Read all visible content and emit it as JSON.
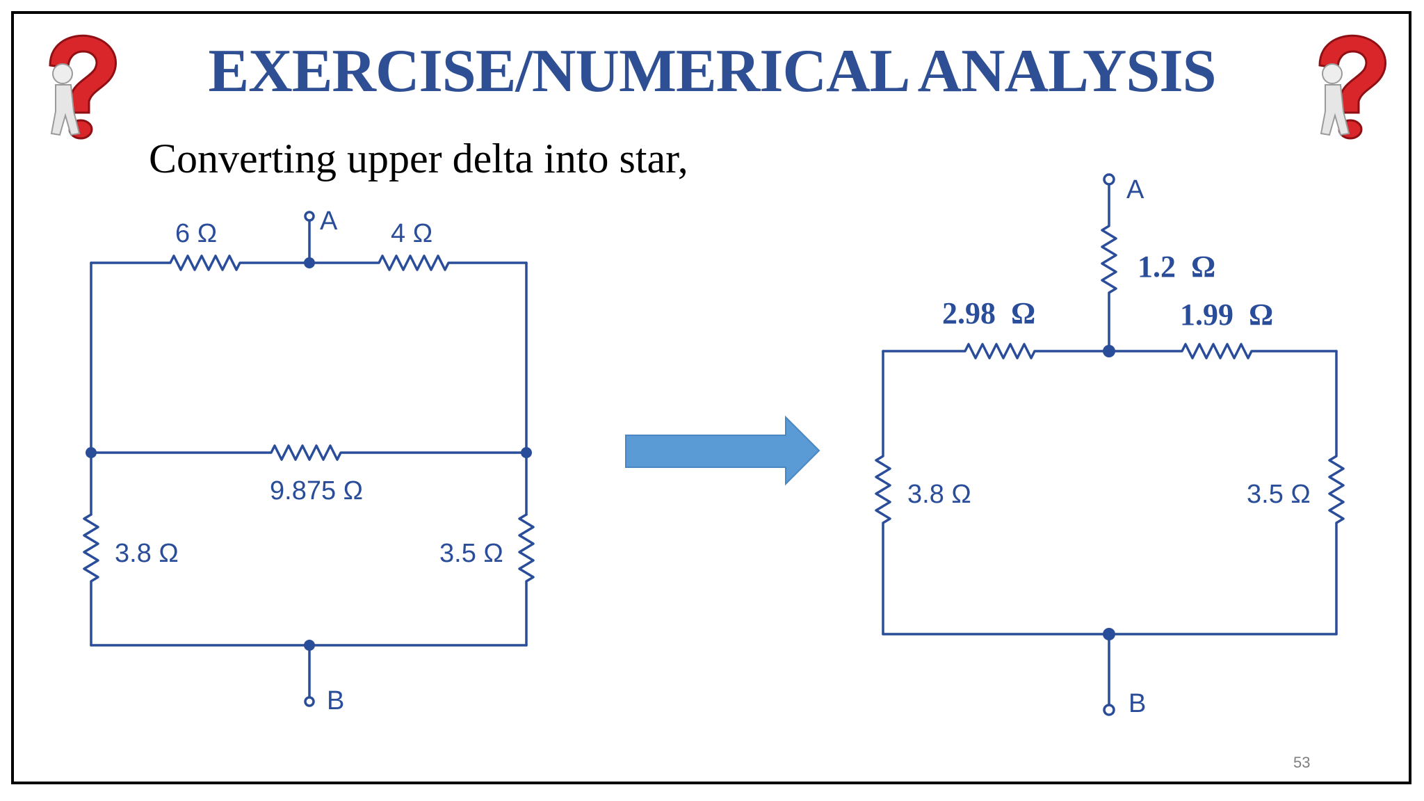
{
  "slide": {
    "title": "EXERCISE/NUMERICAL ANALYSIS",
    "subtitle": "Converting upper delta into star,",
    "page_number": "53",
    "accent_color": "#2e4f93",
    "icons": [
      "question-mark-figure-icon",
      "question-mark-figure-icon"
    ]
  },
  "left_circuit": {
    "terminal_a": "A",
    "terminal_b": "B",
    "r_top_left": "6 Ω",
    "r_top_right": "4 Ω",
    "r_middle": "9.875 Ω",
    "r_bottom_left": "3.8 Ω",
    "r_bottom_right": "3.5 Ω"
  },
  "right_circuit": {
    "terminal_a": "A",
    "terminal_b": "B",
    "r_star_top": "1.2  Ω",
    "r_star_left": "2.98  Ω",
    "r_star_right": "1.99  Ω",
    "r_bottom_left": "3.8 Ω",
    "r_bottom_right": "3.5 Ω"
  },
  "arrow": {
    "color": "#5b9bd5",
    "direction": "right"
  }
}
